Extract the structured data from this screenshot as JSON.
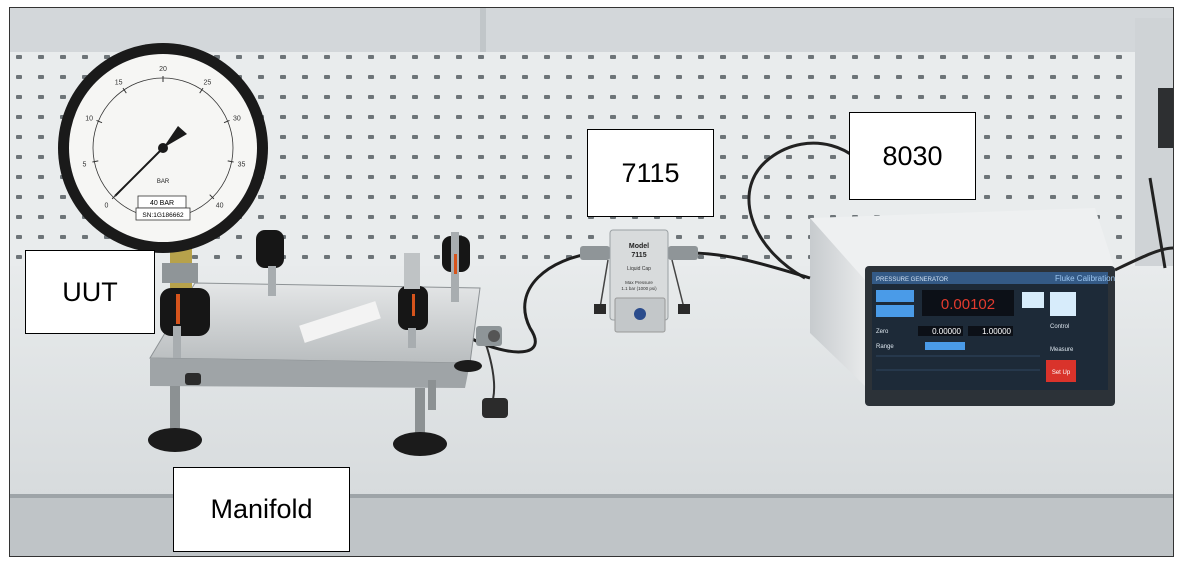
{
  "callouts": {
    "uut": "UUT",
    "manifold": "Manifold",
    "model_7115": "7115",
    "model_8030": "8030"
  },
  "gauge": {
    "scale_labels": [
      "0",
      "5",
      "10",
      "15",
      "20",
      "25",
      "30",
      "35",
      "40"
    ],
    "unit_plate": "40 BAR",
    "serial_plate": "SN:1G186662",
    "unit_text": "BAR"
  },
  "cell_7115": {
    "title": "Model",
    "model": "7115",
    "subtitle": "Liquid Cap",
    "line1": "Max Pressure",
    "line2": "1.1 bar (1000 psi)"
  },
  "display_8030": {
    "header_left": "PRESSURE GENERATOR",
    "brand": "Fluke Calibration",
    "reading": "0.00102",
    "zero_label": "Zero",
    "range_label": "Range",
    "control_label": "Control",
    "measure_label": "Measure",
    "setup_label": "Set Up",
    "left_value": "0.00000",
    "right_value": "1.00000",
    "colors": {
      "reading": "#e33b2e",
      "accent": "#4a9be8",
      "setup": "#d9332b"
    }
  }
}
